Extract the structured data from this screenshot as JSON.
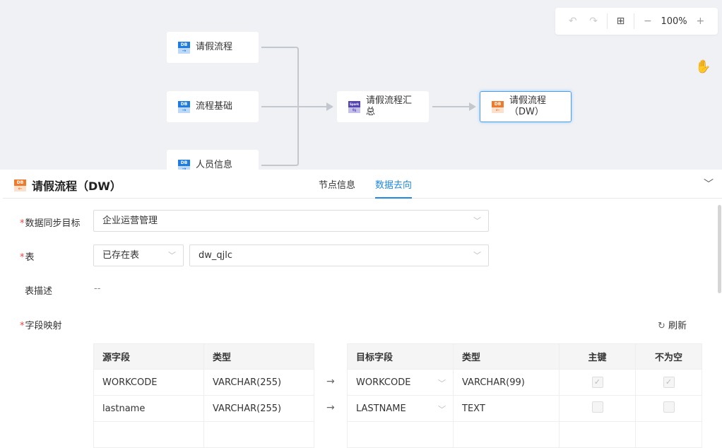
{
  "canvas": {
    "nodes": [
      {
        "label": "请假流程",
        "icon": "db-source-icon"
      },
      {
        "label": "流程基础",
        "icon": "db-source-icon"
      },
      {
        "label": "人员信息",
        "icon": "db-source-icon"
      },
      {
        "label": "请假流程汇总",
        "icon": "spark-icon"
      },
      {
        "label": "请假流程（DW）",
        "icon": "db-target-icon"
      }
    ],
    "icon_text": {
      "db": "DB",
      "spark": "Spark"
    },
    "toolbar": {
      "zoom": "100%"
    }
  },
  "panel": {
    "title": "请假流程（DW）",
    "tabs": [
      {
        "label": "节点信息",
        "active": false
      },
      {
        "label": "数据去向",
        "active": true
      }
    ],
    "form": {
      "target_label": "数据同步目标",
      "target_value": "企业运营管理",
      "table_label": "表",
      "table_mode": "已存在表",
      "table_value": "dw_qjlc",
      "desc_label": "表描述",
      "desc_value": "--",
      "mapping_label": "字段映射",
      "refresh_label": "刷新"
    },
    "source_table": {
      "headers": [
        "源字段",
        "类型"
      ],
      "rows": [
        [
          "WORKCODE",
          "VARCHAR(255)"
        ],
        [
          "lastname",
          "VARCHAR(255)"
        ]
      ]
    },
    "target_table": {
      "headers": [
        "目标字段",
        "类型",
        "主键",
        "不为空"
      ],
      "rows": [
        {
          "field": "WORKCODE",
          "type": "VARCHAR(99)",
          "pk": true,
          "notnull": true
        },
        {
          "field": "LASTNAME",
          "type": "TEXT",
          "pk": false,
          "notnull": false
        }
      ]
    }
  },
  "colors": {
    "accent": "#1e88e5",
    "required": "#f04545"
  }
}
